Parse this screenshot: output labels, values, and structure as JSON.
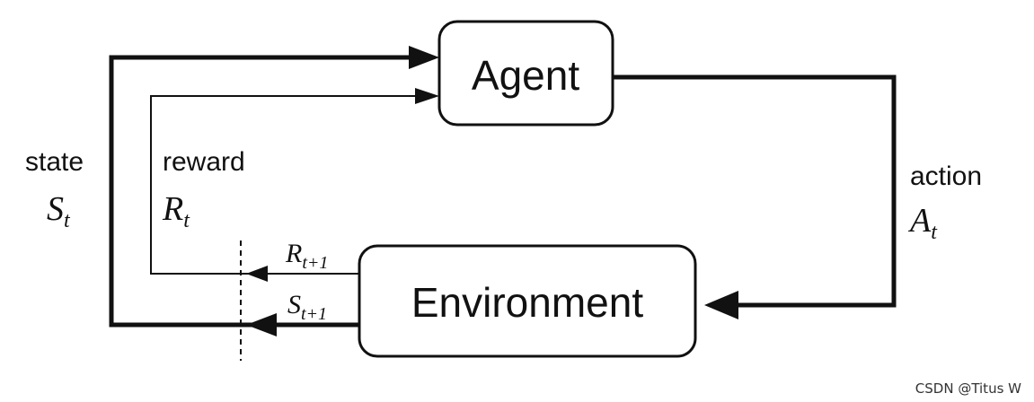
{
  "nodes": {
    "agent": {
      "label": "Agent"
    },
    "environment": {
      "label": "Environment"
    }
  },
  "signals": {
    "state": {
      "word": "state",
      "symbol": "S",
      "subscript": "t"
    },
    "reward": {
      "word": "reward",
      "symbol": "R",
      "subscript": "t"
    },
    "action": {
      "word": "action",
      "symbol": "A",
      "subscript": "t"
    },
    "next_reward": {
      "symbol": "R",
      "subscript": "t+1"
    },
    "next_state": {
      "symbol": "S",
      "subscript": "t+1"
    }
  },
  "watermark": "CSDN @Titus W",
  "colors": {
    "line": "#111111",
    "box_stroke": "#111111",
    "background": "#ffffff"
  }
}
